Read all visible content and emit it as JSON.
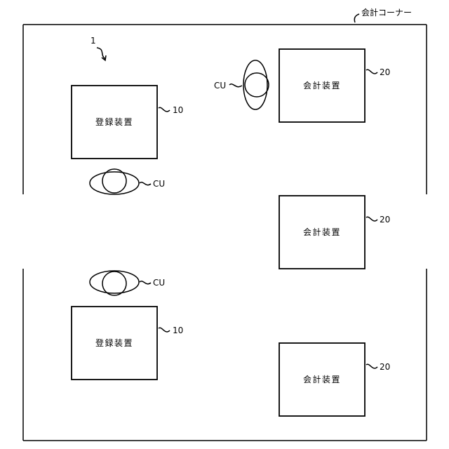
{
  "figure_ref": "1",
  "corner_label": "会計コーナー",
  "registration_devices": [
    {
      "label": "登録装置",
      "ref": "10"
    },
    {
      "label": "登録装置",
      "ref": "10"
    }
  ],
  "checkout_devices": [
    {
      "label": "会計装置",
      "ref": "20"
    },
    {
      "label": "会計装置",
      "ref": "20"
    },
    {
      "label": "会計装置",
      "ref": "20"
    }
  ],
  "customers": [
    {
      "label": "CU"
    },
    {
      "label": "CU"
    },
    {
      "label": "CU"
    }
  ]
}
